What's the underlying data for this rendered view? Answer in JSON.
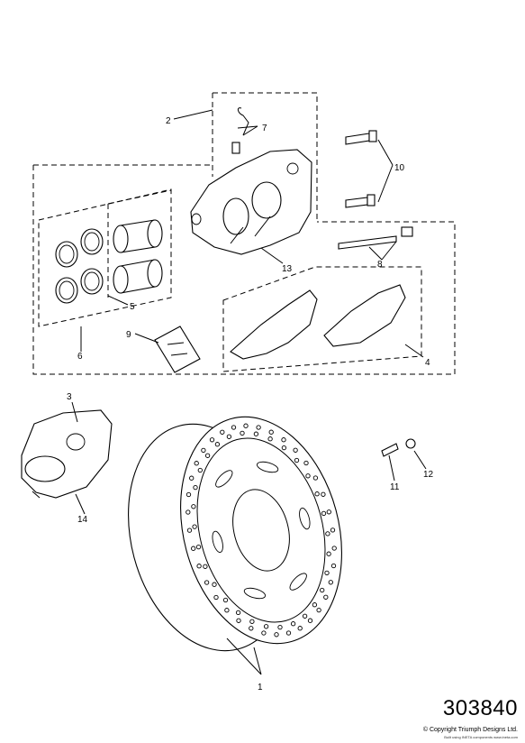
{
  "callouts": [
    "1",
    "2",
    "3",
    "4",
    "5",
    "6",
    "7",
    "8",
    "9",
    "10",
    "11",
    "12",
    "13",
    "14"
  ],
  "reference_number": "303840",
  "copyright": "© Copyright Triumph Designs Ltd.",
  "small_print": "Built using INETA components  www.ineta.com"
}
